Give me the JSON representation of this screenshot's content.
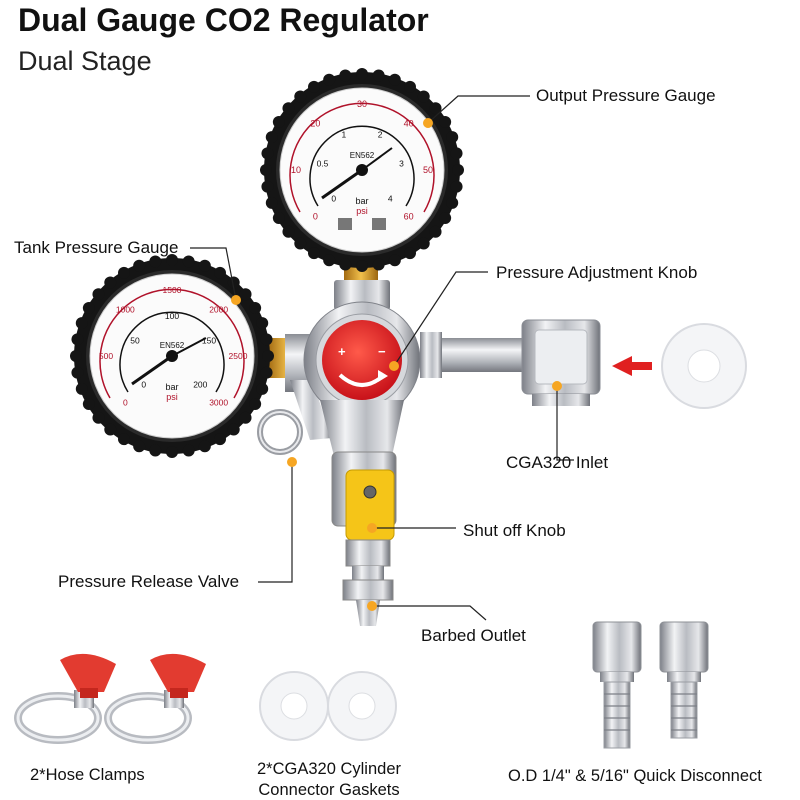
{
  "title": "Dual Gauge CO2 Regulator",
  "subtitle": "Dual Stage",
  "callouts": {
    "output_gauge": "Output Pressure Gauge",
    "tank_gauge": "Tank Pressure Gauge",
    "adjust_knob": "Pressure Adjustment Knob",
    "inlet": "CGA320 Inlet",
    "shutoff": "Shut off Knob",
    "release_valve": "Pressure Release Valve",
    "barbed_outlet": "Barbed Outlet"
  },
  "accessories": {
    "hose_clamps": "2*Hose Clamps",
    "gaskets_line1": "2*CGA320 Cylinder",
    "gaskets_line2": "Connector Gaskets",
    "disconnect": "O.D 1/4\" & 5/16\" Quick Disconnect"
  },
  "output_gauge": {
    "brand": "EN562",
    "unit_bar": "bar",
    "unit_psi": "psi",
    "psi_ticks": [
      "0",
      "10",
      "20",
      "30",
      "40",
      "50",
      "60"
    ],
    "bar_ticks": [
      "0",
      "0.5",
      "1",
      "2",
      "3",
      "4"
    ]
  },
  "tank_gauge": {
    "brand": "EN562",
    "unit_bar": "bar",
    "unit_psi": "psi",
    "psi_ticks": [
      "0",
      "500",
      "1000",
      "1500",
      "2000",
      "2500",
      "3000"
    ],
    "bar_ticks": [
      "0",
      "50",
      "100",
      "150",
      "200"
    ]
  },
  "colors": {
    "accent_dot": "#f6a623",
    "knob_red": "#e8242a",
    "valve_yellow": "#f5c518",
    "arrow_red": "#e02020",
    "psi_red": "#b0122a"
  }
}
